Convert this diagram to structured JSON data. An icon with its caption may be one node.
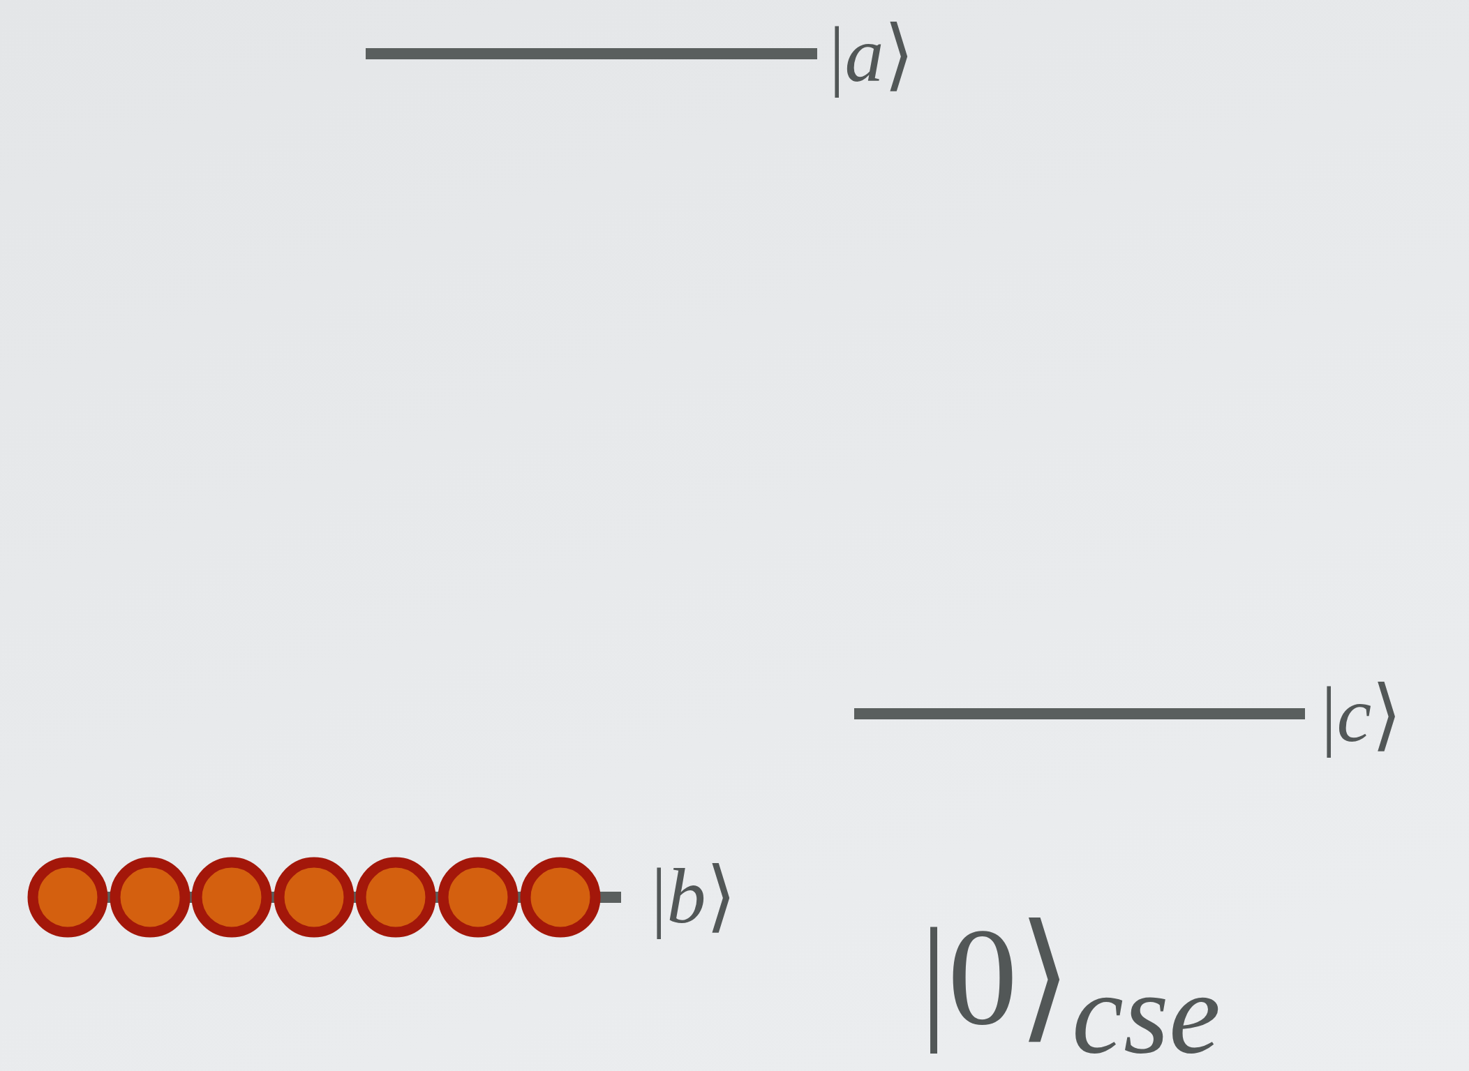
{
  "diagram": {
    "labels": [
      "|*a*⟩",
      "|*c*⟩",
      "|*b*⟩",
      "|0⟩$_{cse}$"
    ]
  }
}
